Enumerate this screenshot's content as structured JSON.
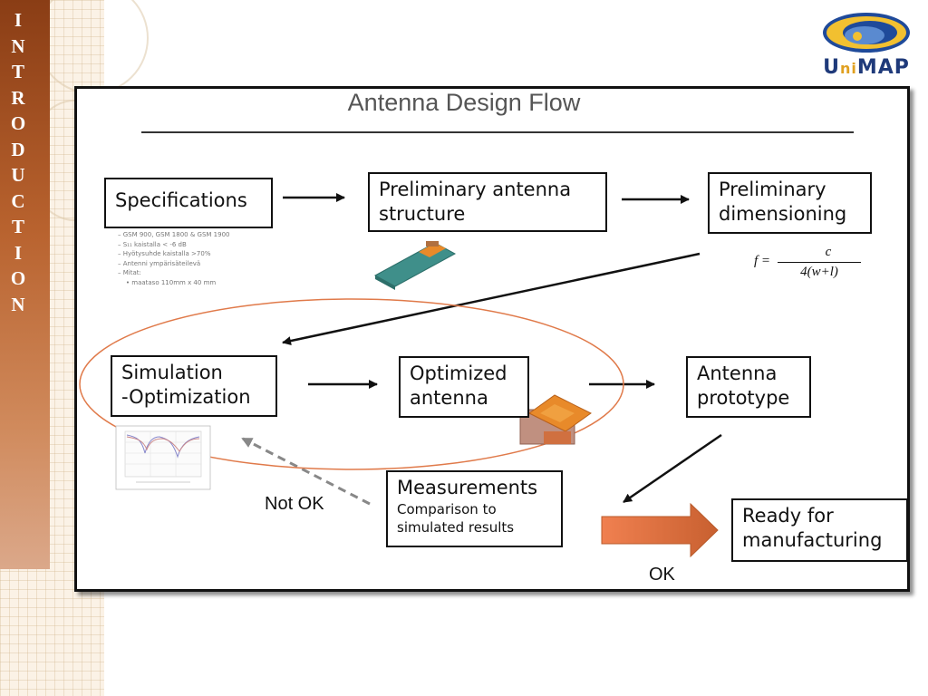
{
  "side_banner": {
    "letters": [
      "I",
      "N",
      "T",
      "R",
      "O",
      "D",
      "U",
      "C",
      "T",
      "I",
      "O",
      "N"
    ]
  },
  "logo": {
    "text_left": "U",
    "text_mid": "ni",
    "text_right": "MAP"
  },
  "slide": {
    "title": "Antenna Design Flow"
  },
  "boxes": {
    "specifications": [
      "Specifications"
    ],
    "preliminary_structure": [
      "Preliminary antenna",
      "structure"
    ],
    "preliminary_dimensioning": [
      "Preliminary",
      "dimensioning"
    ],
    "simulation": [
      "Simulation",
      "-Optimization"
    ],
    "optimized": [
      "Optimized",
      "antenna"
    ],
    "prototype": [
      "Antenna",
      "prototype"
    ],
    "measurements": {
      "title": "Measurements",
      "detail": [
        "Comparison to",
        "simulated results"
      ]
    },
    "ready": [
      "Ready for",
      "manufacturing"
    ]
  },
  "spec_list": [
    "– GSM 900, GSM 1800 & GSM 1900",
    "– S₁₁ kaistalla < -6 dB",
    "– Hyötysuhde kaistalla >70%",
    "– Antenni ympärisäteilevä",
    "– Mitat:",
    "    • maataso 110mm x 40 mm"
  ],
  "formula": {
    "lhs": "f =",
    "numerator": "c",
    "denominator": "4(w+l)"
  },
  "labels": {
    "not_ok": "Not OK",
    "ok": "OK"
  },
  "colors": {
    "banner": "#b8622e",
    "ellipse": "#e07a4a",
    "ok_arrow": "#e4703e",
    "antenna_teal": "#3f8f8a",
    "antenna_orange": "#e88a2a"
  }
}
